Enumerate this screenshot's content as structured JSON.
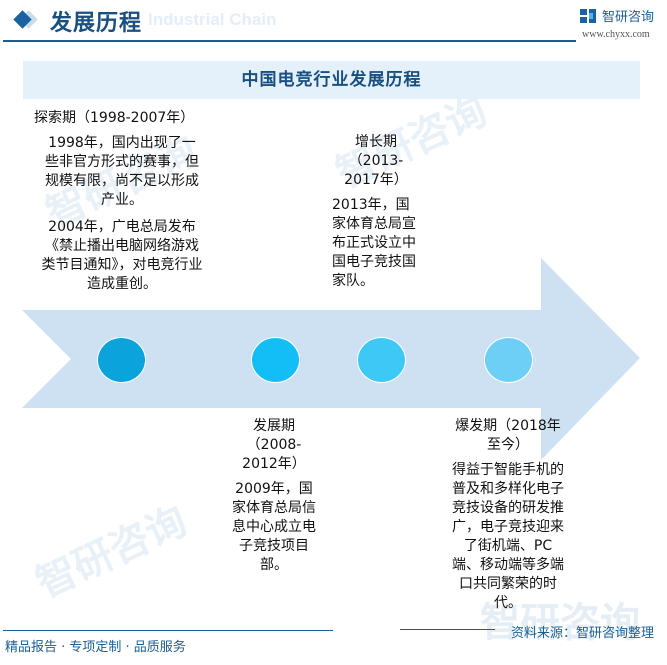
{
  "header": {
    "title": "发展历程",
    "ghost_text": "Industrial Chain",
    "brand_name": "智研咨询",
    "brand_url": "www.chyxx.com"
  },
  "banner": {
    "title": "中国电竞行业发展历程"
  },
  "timeline": {
    "arrow_color": "#cde1f3",
    "stages": [
      {
        "period": "探索期（1998-2007年）",
        "descriptions": [
          "1998年，国内出现了一些非官方形式的赛事，但规模有限，尚不足以形成产业。",
          "2004年，广电总局发布《禁止播出电脑网络游戏类节目通知》，对电竞行业造成重创。"
        ],
        "dot_color": "#0aa3dc",
        "position": "above"
      },
      {
        "period": "发展期（2008-2012年）",
        "descriptions": [
          "2009年，国家体育总局信息中心成立电子竞技项目部。"
        ],
        "dot_color": "#13bdf5",
        "position": "below"
      },
      {
        "period": "增长期（2013-2017年）",
        "descriptions": [
          "2013年，国家体育总局宣布正式设立中国电子竞技国家队。"
        ],
        "dot_color": "#3ec8f5",
        "position": "above"
      },
      {
        "period": "爆发期（2018年至今）",
        "descriptions": [
          "得益于智能手机的普及和多样化电子竞技设备的研发推广，电子竞技迎来了街机端、PC端、移动端等多端口共同繁荣的时代。"
        ],
        "dot_color": "#6dcff6",
        "position": "below"
      }
    ]
  },
  "footer": {
    "left_text": "精品报告 · 专项定制 · 品质服务",
    "source": "资料来源：智研咨询整理"
  },
  "watermark": {
    "text": "智研咨询"
  }
}
